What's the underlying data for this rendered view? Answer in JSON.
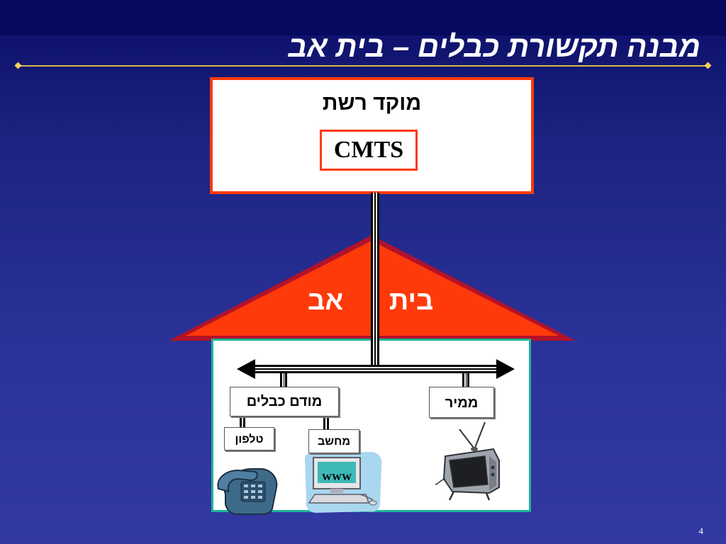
{
  "slide": {
    "title": "מבנה תקשורת כבלים – בית אב",
    "page_number": "4"
  },
  "network_center": {
    "label": "מוקד רשת",
    "device": "CMTS"
  },
  "roof": {
    "word_right": "בית",
    "word_left": "אב"
  },
  "devices": {
    "cable_modem": "מודם כבלים",
    "converter": "ממיר",
    "phone": "טלפון",
    "computer": "מחשב",
    "www": "WWW"
  },
  "colors": {
    "accent": "#ff3a0a",
    "roof": "#ff3a0a",
    "roof_edge": "#b3122a",
    "house_border": "#1db59a",
    "title_rule": "#d9b84a"
  }
}
